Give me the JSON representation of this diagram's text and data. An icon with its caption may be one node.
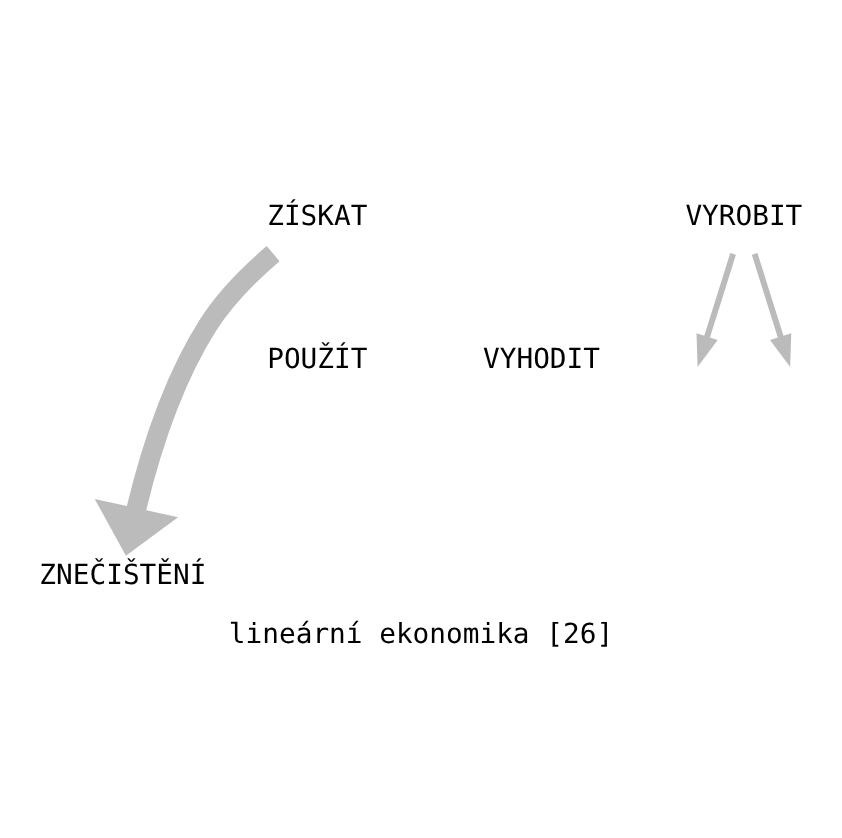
{
  "diagram": {
    "caption": "lineární ekonomika [26]",
    "nodes": [
      {
        "text": [
          "ZÍSKAT"
        ]
      },
      {
        "text": [
          "VYROBIT"
        ]
      },
      {
        "text": [
          "ZNEČIŠTĚNÍ"
        ]
      }
    ],
    "edges": [
      {
        "from": 0,
        "to": 2,
        "arrow": "to",
        "style": "thick"
      },
      {
        "from": 1,
        "to": null,
        "arrow": "to"
      },
      {
        "from": 1,
        "to": null,
        "arrow": "to"
      }
    ],
    "labels": [
      "POUŽÍT",
      "VYHODIT"
    ]
  }
}
